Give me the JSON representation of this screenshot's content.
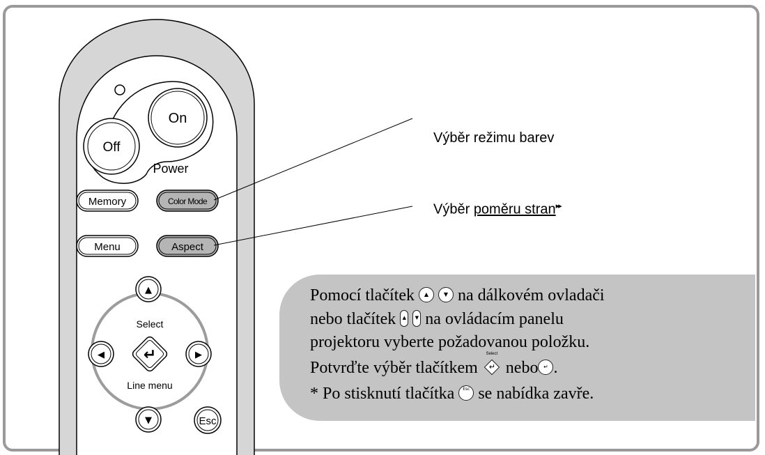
{
  "remote": {
    "on_label": "On",
    "off_label": "Off",
    "power_label": "Power",
    "memory_label": "Memory",
    "color_mode_label": "Color Mode",
    "menu_label": "Menu",
    "aspect_label": "Aspect",
    "select_label": "Select",
    "line_menu_label": "Line menu",
    "esc_label": "Esc",
    "up_glyph": "▲",
    "down_glyph": "▼",
    "left_glyph": "◀",
    "right_glyph": "▶",
    "enter_glyph": "↵"
  },
  "callouts": {
    "color_mode": "Výběr režimu barev",
    "aspect_prefix": "Výběr ",
    "aspect_link": "poměru stran",
    "aspect_suffix": "▸▸"
  },
  "note": {
    "line1_a": "Pomocí tlačítek",
    "line1_b": "na dálkovém ovladači",
    "line2_a": "nebo tlačítek",
    "line2_b": "na ovládacím panelu",
    "line3": "projektoru vyberte požadovanou položku.",
    "line4_a": "Potvrďte výběr tlačítkem",
    "line4_b": "nebo",
    "line5_a": "* Po stisknutí tlačítka",
    "line5_b": "se nabídka zavře.",
    "icon_select_tiny": "Select",
    "icon_esc_text": "Esc",
    "icon_up": "▲",
    "icon_down": "▼",
    "icon_enter": "↵"
  },
  "colors": {
    "frame": "#9a9a9a",
    "remote_body": "#d8d8d8",
    "highlight_button": "#b5b5b5",
    "note_box": "#c4c4c4"
  }
}
